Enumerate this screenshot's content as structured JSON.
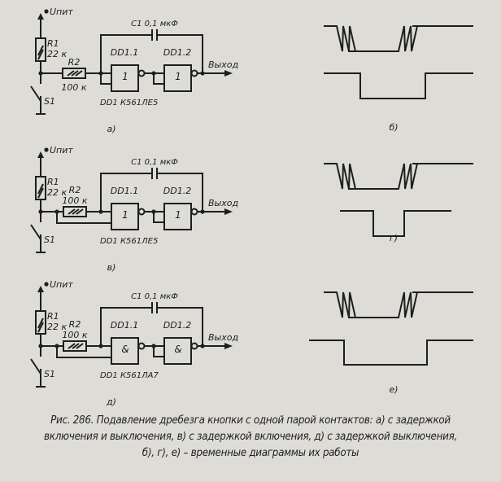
{
  "circuits": [
    {
      "supply": "Uпит",
      "r1": "R1",
      "r1_val": "22 к",
      "r2": "R2",
      "r2_val": "100 к",
      "switch": "S1",
      "cap": "C1 0,1 мкФ",
      "gate1": "DD1.1",
      "gate2": "DD1.2",
      "gate_symbol": "1",
      "chip": "DD1  К561ЛЕ5",
      "output": "Выход",
      "label": "а)"
    },
    {
      "supply": "Uпит",
      "r1": "R1",
      "r1_val": "22 к",
      "r2": "R2",
      "r2_val": "100 к",
      "switch": "S1",
      "cap": "C1 0,1 мкФ",
      "gate1": "DD1.1",
      "gate2": "DD1.2",
      "gate_symbol": "1",
      "chip": "DD1  К561ЛЕ5",
      "output": "Выход",
      "label": "в)"
    },
    {
      "supply": "Uпит",
      "r1": "R1",
      "r1_val": "22 к",
      "r2": "R2",
      "r2_val": "100 к",
      "switch": "S1",
      "cap": "C1 0,1 мкФ",
      "gate1": "DD1.1",
      "gate2": "DD1.2",
      "gate_symbol": "&",
      "chip": "DD1  К561ЛА7",
      "output": "Выход",
      "label": "д)"
    }
  ],
  "timing": [
    {
      "label": "б)"
    },
    {
      "label": "г)"
    },
    {
      "label": "е)"
    }
  ],
  "caption": {
    "line1": "Рис. 286. Подавление дребезга кнопки с одной парой контактов: а) с задержкой",
    "line2": "включения и выключения, в) с задержкой включения, д) с задержкой выключения,",
    "line3": "б), г), е) – временные диаграммы их работы"
  }
}
